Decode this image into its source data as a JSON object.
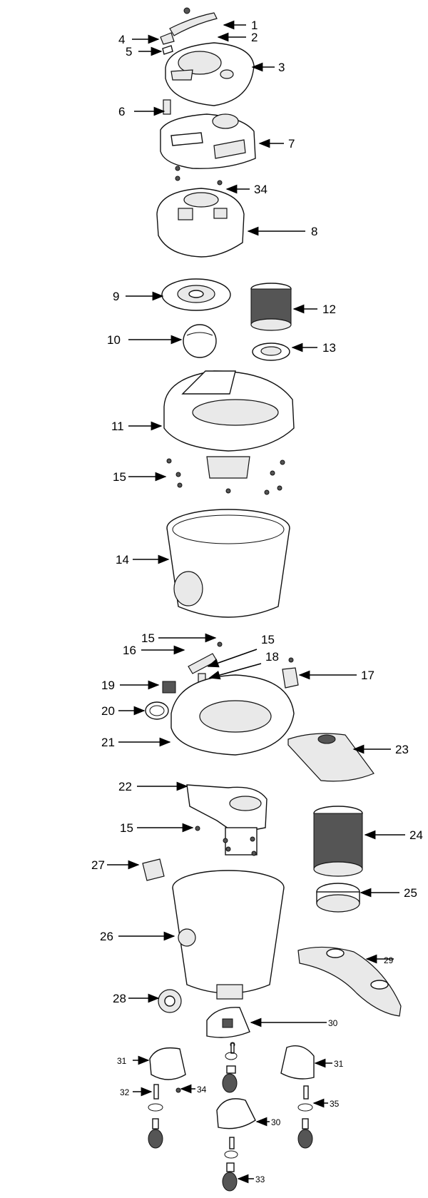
{
  "callouts": [
    {
      "id": "1",
      "text": "1"
    },
    {
      "id": "2",
      "text": "2"
    },
    {
      "id": "3",
      "text": "3"
    },
    {
      "id": "4",
      "text": "4"
    },
    {
      "id": "5",
      "text": "5"
    },
    {
      "id": "6",
      "text": "6"
    },
    {
      "id": "7",
      "text": "7"
    },
    {
      "id": "34a",
      "text": "34"
    },
    {
      "id": "8",
      "text": "8"
    },
    {
      "id": "9",
      "text": "9"
    },
    {
      "id": "12",
      "text": "12"
    },
    {
      "id": "10",
      "text": "10"
    },
    {
      "id": "13",
      "text": "13"
    },
    {
      "id": "11",
      "text": "11"
    },
    {
      "id": "15a",
      "text": "15"
    },
    {
      "id": "14",
      "text": "14"
    },
    {
      "id": "15b",
      "text": "15"
    },
    {
      "id": "15c",
      "text": "15"
    },
    {
      "id": "16",
      "text": "16"
    },
    {
      "id": "18",
      "text": "18"
    },
    {
      "id": "17",
      "text": "17"
    },
    {
      "id": "19",
      "text": "19"
    },
    {
      "id": "20",
      "text": "20"
    },
    {
      "id": "21",
      "text": "21"
    },
    {
      "id": "23",
      "text": "23"
    },
    {
      "id": "22",
      "text": "22"
    },
    {
      "id": "15d",
      "text": "15"
    },
    {
      "id": "24",
      "text": "24"
    },
    {
      "id": "27",
      "text": "27"
    },
    {
      "id": "25",
      "text": "25"
    },
    {
      "id": "26",
      "text": "26"
    },
    {
      "id": "29",
      "text": "29"
    },
    {
      "id": "28",
      "text": "28"
    },
    {
      "id": "30a",
      "text": "30"
    },
    {
      "id": "31a",
      "text": "31"
    },
    {
      "id": "31b",
      "text": "31"
    },
    {
      "id": "32",
      "text": "32"
    },
    {
      "id": "34b",
      "text": "34"
    },
    {
      "id": "35",
      "text": "35"
    },
    {
      "id": "30b",
      "text": "30"
    },
    {
      "id": "33",
      "text": "33"
    }
  ]
}
